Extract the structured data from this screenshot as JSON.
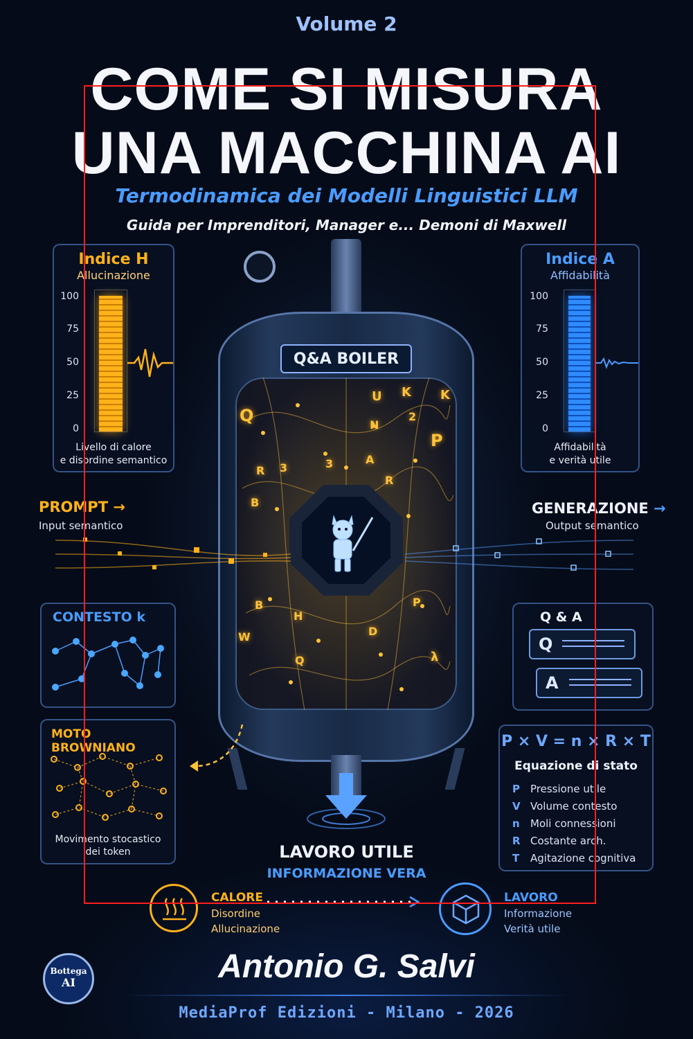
{
  "header": {
    "volume": "Volume 2",
    "title_line1": "COME SI MISURA",
    "title_line2": "UNA MACCHINA AI",
    "subtitle": "Termodinamica dei Modelli Linguistici LLM",
    "tagline": "Guida per Imprenditori, Manager e... Demoni di Maxwell"
  },
  "index_h": {
    "title": "Indice H",
    "subtitle": "Allucinazione",
    "ticks": [
      "100",
      "75",
      "50",
      "25",
      "0"
    ],
    "caption_line1": "Livello di calore",
    "caption_line2": "e disordine semantico",
    "color": "#ffb21a"
  },
  "index_a": {
    "title": "Indice A",
    "subtitle": "Affidabilità",
    "ticks": [
      "100",
      "75",
      "50",
      "25",
      "0"
    ],
    "caption_line1": "Affidabilità",
    "caption_line2": "e verità utile",
    "color": "#2f8bff"
  },
  "boiler": {
    "label": "Q&A BOILER",
    "glyphs": [
      "Q",
      "U",
      "K",
      "K",
      "N",
      "2",
      "P",
      "3",
      "A",
      "R",
      "B",
      "B",
      "H",
      "P",
      "W",
      "D",
      "Q",
      "λ",
      "R",
      "3"
    ]
  },
  "prompt": {
    "label": "PROMPT",
    "arrow": "→",
    "sub": "Input semantico"
  },
  "generation": {
    "label": "GENERAZIONE",
    "arrow": "→",
    "sub": "Output semantico"
  },
  "context": {
    "title": "CONTESTO k"
  },
  "qa": {
    "title": "Q & A",
    "q": "Q",
    "a": "A"
  },
  "brownian": {
    "title": "MOTO BROWNIANO",
    "caption_line1": "Movimento stocastico",
    "caption_line2": "dei token"
  },
  "equation": {
    "formula": "P × V = n × R × T",
    "title": "Equazione di stato",
    "rows": [
      {
        "key": "P",
        "text": "Pressione utile"
      },
      {
        "key": "V",
        "text": "Volume contesto"
      },
      {
        "key": "n",
        "text": "Moli connessioni"
      },
      {
        "key": "R",
        "text": "Costante arch."
      },
      {
        "key": "T",
        "text": "Agitazione cognitiva"
      }
    ]
  },
  "output": {
    "line1": "LAVORO UTILE",
    "line2": "INFORMAZIONE VERA"
  },
  "heat": {
    "title": "CALORE",
    "line1": "Disordine",
    "line2": "Allucinazione"
  },
  "work": {
    "title": "LAVORO",
    "line1": "Informazione",
    "line2": "Verità utile"
  },
  "logo": {
    "line1": "Bottega",
    "line2": "AI"
  },
  "author": "Antonio G. Salvi",
  "publisher": "MediaProf Edizioni - Milano - 2026"
}
